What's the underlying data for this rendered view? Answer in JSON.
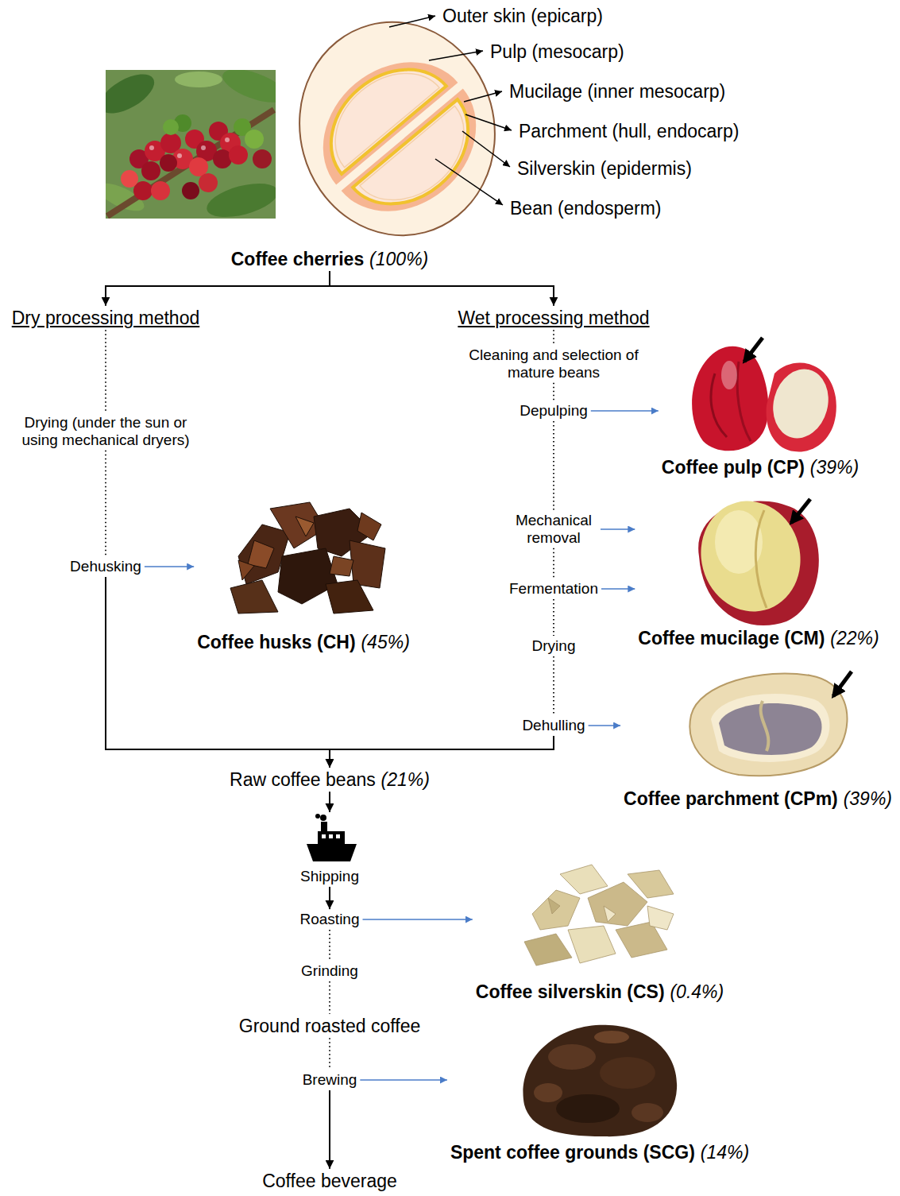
{
  "diagram": {
    "nodes": [
      {
        "text": [
          "Coffee cherries",
          "(100%)"
        ]
      },
      {
        "text": [
          "Dry processing method"
        ]
      },
      {
        "text": [
          "Wet processing method"
        ]
      },
      {
        "text": [
          "Drying (under the sun or using mechanical dryers)"
        ]
      },
      {
        "text": [
          "Dehusking"
        ]
      },
      {
        "text": [
          "Coffee husks (CH)",
          "(45%)"
        ]
      },
      {
        "text": [
          "Cleaning and selection of mature beans"
        ]
      },
      {
        "text": [
          "Depulping"
        ]
      },
      {
        "text": [
          "Mechanical removal"
        ]
      },
      {
        "text": [
          "Fermentation"
        ]
      },
      {
        "text": [
          "Drying"
        ]
      },
      {
        "text": [
          "Dehulling"
        ]
      },
      {
        "text": [
          "Coffee pulp (CP)",
          "(39%)"
        ]
      },
      {
        "text": [
          "Coffee mucilage (CM)",
          "(22%)"
        ]
      },
      {
        "text": [
          "Coffee parchment (CPm)",
          "(39%)"
        ]
      },
      {
        "text": [
          "Raw coffee beans",
          "(21%)"
        ]
      },
      {
        "text": [
          "Shipping"
        ]
      },
      {
        "text": [
          "Roasting"
        ]
      },
      {
        "text": [
          "Grinding"
        ]
      },
      {
        "text": [
          "Ground roasted coffee"
        ]
      },
      {
        "text": [
          "Brewing"
        ]
      },
      {
        "text": [
          "Coffee silverskin (CS)",
          "(0.4%)"
        ]
      },
      {
        "text": [
          "Spent coffee grounds (SCG)",
          "(14%)"
        ]
      },
      {
        "text": [
          "Coffee beverage"
        ]
      }
    ],
    "edges": [
      {
        "from": 0,
        "to": 1,
        "arrow": "to"
      },
      {
        "from": 0,
        "to": 2,
        "arrow": "to"
      },
      {
        "from": 1,
        "to": 3,
        "arrow": "none"
      },
      {
        "from": 3,
        "to": 4,
        "arrow": "none"
      },
      {
        "from": 4,
        "to": 5,
        "arrow": "to"
      },
      {
        "from": 4,
        "to": 15,
        "arrow": "to"
      },
      {
        "from": 2,
        "to": 6,
        "arrow": "none"
      },
      {
        "from": 6,
        "to": 7,
        "arrow": "none"
      },
      {
        "from": 7,
        "to": 8,
        "arrow": "none"
      },
      {
        "from": 8,
        "to": 9,
        "arrow": "none"
      },
      {
        "from": 9,
        "to": 10,
        "arrow": "none"
      },
      {
        "from": 10,
        "to": 11,
        "arrow": "none"
      },
      {
        "from": 7,
        "to": 12,
        "arrow": "to"
      },
      {
        "from": 8,
        "to": 13,
        "arrow": "to"
      },
      {
        "from": 9,
        "to": 13,
        "arrow": "to"
      },
      {
        "from": 11,
        "to": 14,
        "arrow": "to"
      },
      {
        "from": 11,
        "to": 15,
        "arrow": "to"
      },
      {
        "from": 15,
        "to": 16,
        "arrow": "to"
      },
      {
        "from": 16,
        "to": 17,
        "arrow": "to"
      },
      {
        "from": 17,
        "to": 18,
        "arrow": "none"
      },
      {
        "from": 18,
        "to": 19,
        "arrow": "none"
      },
      {
        "from": 19,
        "to": 20,
        "arrow": "none"
      },
      {
        "from": 20,
        "to": 23,
        "arrow": "to"
      },
      {
        "from": 17,
        "to": 21,
        "arrow": "to"
      },
      {
        "from": 20,
        "to": 22,
        "arrow": "to"
      }
    ],
    "labels": [
      "Outer skin (epicarp)",
      "Pulp (mesocarp)",
      "Mucilage (inner mesocarp)",
      "Parchment (hull, endocarp)",
      "Silverskin (epidermis)",
      "Bean (endosperm)"
    ]
  }
}
